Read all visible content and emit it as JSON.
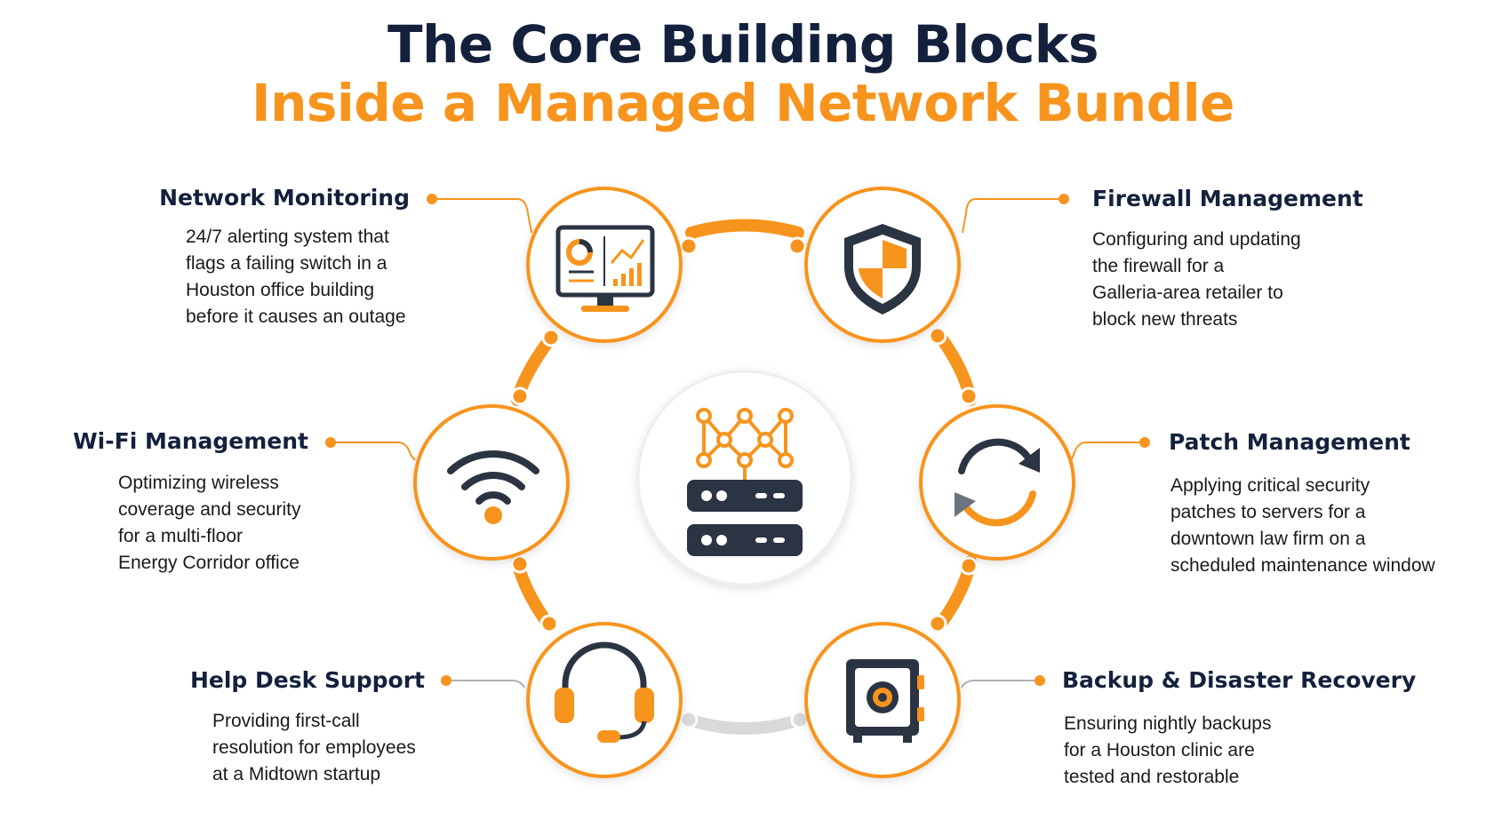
{
  "title": {
    "line1": "The Core Building Blocks",
    "line2": "Inside a Managed Network Bundle"
  },
  "colors": {
    "navy": "#14213d",
    "accent": "#f7941d",
    "gray": "#d4d4d4"
  },
  "center": {
    "icon": "network-server-icon"
  },
  "blocks": [
    {
      "id": "network-monitoring",
      "title": "Network Monitoring",
      "icon": "monitor-dashboard-icon",
      "description": [
        "24/7 alerting system that",
        "flags a failing switch in a",
        "Houston office building",
        "before it causes an outage"
      ]
    },
    {
      "id": "firewall-management",
      "title": "Firewall Management",
      "icon": "shield-icon",
      "description": [
        "Configuring and updating",
        "the firewall for a",
        "Galleria-area retailer to",
        "block new threats"
      ]
    },
    {
      "id": "wifi-management",
      "title": "Wi-Fi Management",
      "icon": "wifi-icon",
      "description": [
        "Optimizing wireless",
        "coverage and security",
        "for a multi-floor",
        "Energy Corridor office"
      ]
    },
    {
      "id": "patch-management",
      "title": "Patch Management",
      "icon": "refresh-icon",
      "description": [
        "Applying critical security",
        "patches to servers for a",
        "downtown law firm on a",
        "scheduled maintenance window"
      ]
    },
    {
      "id": "help-desk-support",
      "title": "Help Desk Support",
      "icon": "headset-icon",
      "description": [
        "Providing first-call",
        "resolution for employees",
        "at a Midtown startup"
      ]
    },
    {
      "id": "backup-disaster-recovery",
      "title": "Backup & Disaster Recovery",
      "icon": "safe-icon",
      "description": [
        "Ensuring nightly backups",
        "for a Houston clinic are",
        "tested and restorable"
      ]
    }
  ]
}
